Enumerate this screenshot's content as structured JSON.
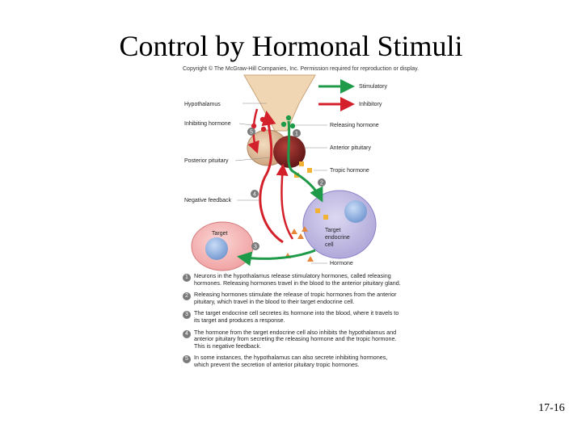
{
  "title": "Control by Hormonal Stimuli",
  "copyright": "Copyright © The McGraw-Hill Companies, Inc. Permission required for reproduction or display.",
  "slide_number": "17-16",
  "legend": {
    "stimulatory": "Stimulatory",
    "inhibitory": "Inhibitory",
    "stimulatory_color": "#1f9a48",
    "inhibitory_color": "#d4202a"
  },
  "labels": {
    "hypothalamus": "Hypothalamus",
    "inhibiting_hormone": "Inhibiting hormone",
    "releasing_hormone": "Releasing hormone",
    "anterior_pituitary": "Anterior pituitary",
    "posterior_pituitary": "Posterior pituitary",
    "tropic_hormone": "Tropic hormone",
    "negative_feedback": "Negative feedback",
    "target": "Target",
    "target_endocrine_1": "Target",
    "target_endocrine_2": "endocrine",
    "target_endocrine_3": "cell",
    "hormone": "Hormone"
  },
  "markers": [
    "1",
    "2",
    "3",
    "4",
    "5"
  ],
  "steps": [
    {
      "num": "1",
      "text": "Neurons in the hypothalamus release stimulatory hormones, called releasing hormones. Releasing hormones travel in the blood to the anterior pituitary gland."
    },
    {
      "num": "2",
      "text": "Releasing hormones stimulate the release of tropic hormones from the anterior pituitary, which travel in the blood to their target endocrine cell."
    },
    {
      "num": "3",
      "text": "The target endocrine cell secretes its hormone into the blood, where it travels to its target and produces a response."
    },
    {
      "num": "4",
      "text": "The hormone from the target endocrine cell also inhibits the hypothalamus and anterior pituitary from secreting the releasing hormone and the tropic hormone. This is negative feedback."
    },
    {
      "num": "5",
      "text": "In some instances, the hypothalamus can also secrete inhibiting hormones, which prevent the secretion of anterior pituitary tropic hormones."
    }
  ]
}
